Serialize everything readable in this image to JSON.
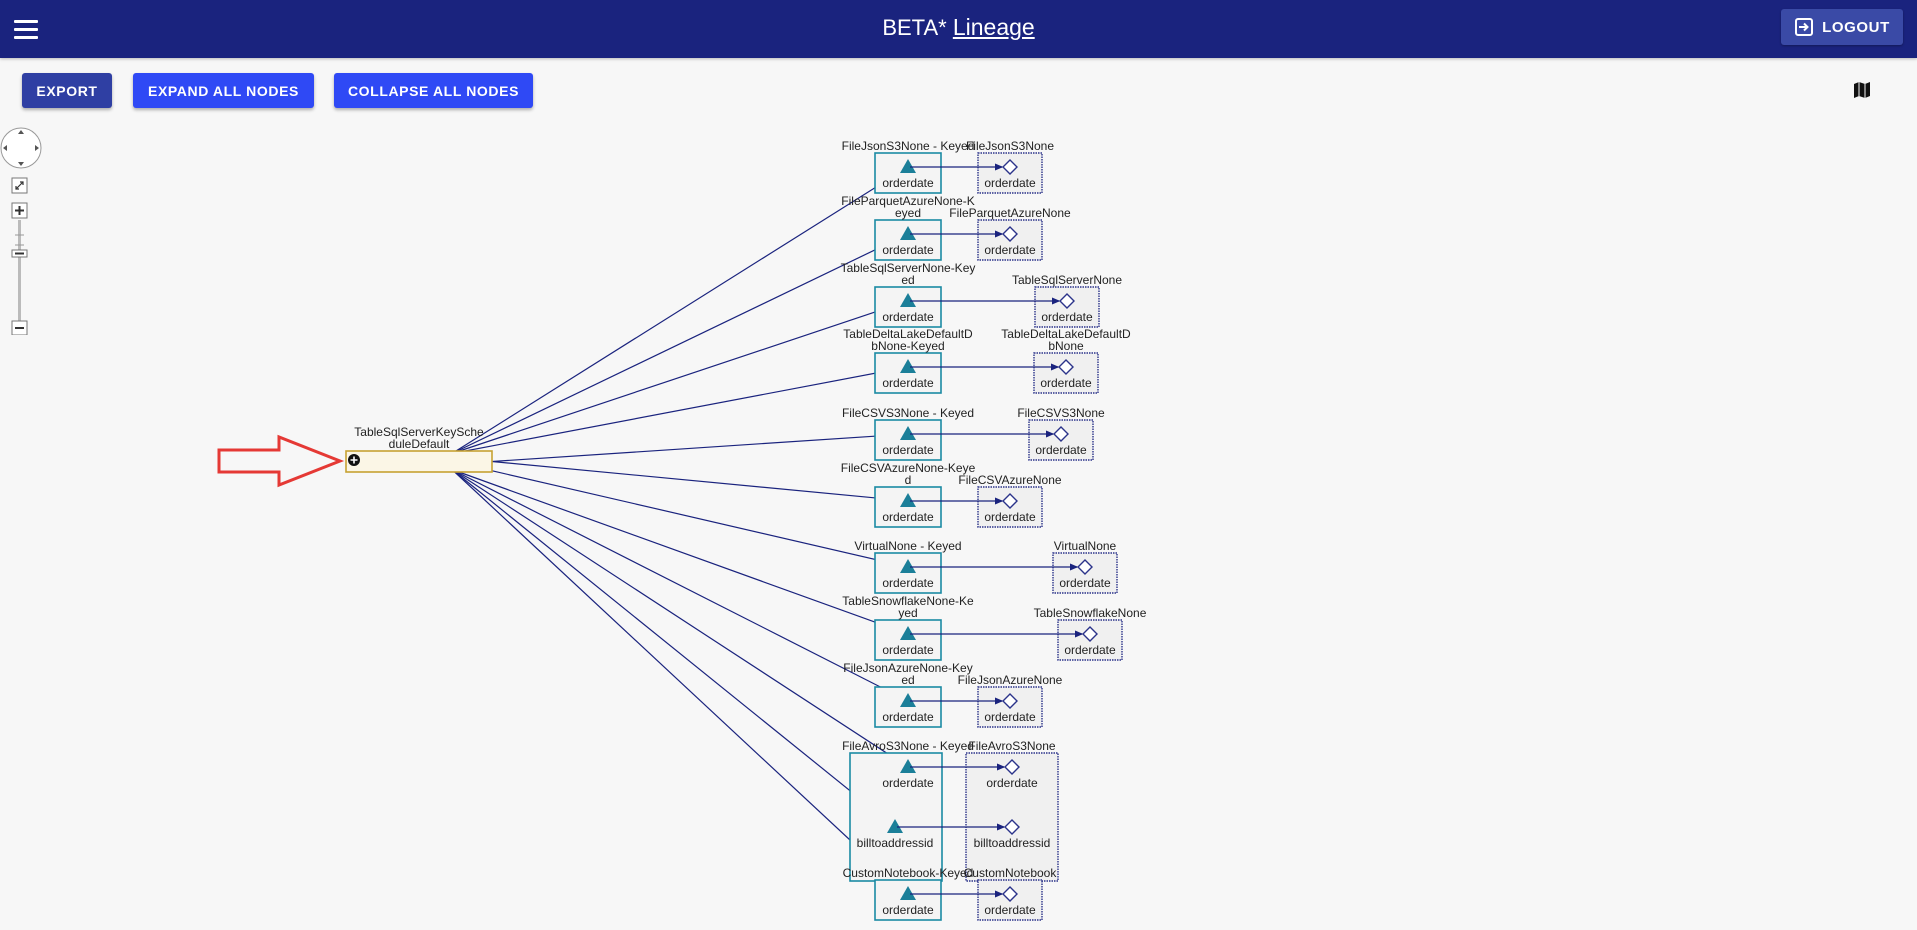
{
  "header": {
    "title_prefix": "BETA*",
    "title_link": "Lineage",
    "logout_label": "LOGOUT"
  },
  "toolbar": {
    "export_label": "EXPORT",
    "expand_label": "EXPAND ALL NODES",
    "collapse_label": "COLLAPSE ALL NODES"
  },
  "colors": {
    "header_bg": "#1a237e",
    "button_bg": "#2f49f5",
    "export_bg": "#2f3fa3",
    "keyed_border": "#1b8aa3",
    "keyed_icon": "#1b7f99",
    "target_border": "#2b338a",
    "edge": "#1a237e",
    "source_border": "#c7a232",
    "annotation_arrow": "#e53935"
  },
  "graph": {
    "source": {
      "label_lines": [
        "TableSqlServerKeySche",
        "duleDefault"
      ],
      "icon": "plus-circle-icon"
    },
    "rows": [
      {
        "keyed_title": [
          "FileJsonS3None - Keyed"
        ],
        "target_title": [
          "FileJsonS3None"
        ],
        "fields": [
          "orderdate"
        ]
      },
      {
        "keyed_title": [
          "FileParquetAzureNone-K",
          "eyed"
        ],
        "target_title": [
          "FileParquetAzureNone"
        ],
        "fields": [
          "orderdate"
        ]
      },
      {
        "keyed_title": [
          "TableSqlServerNone-Key",
          "ed"
        ],
        "target_title": [
          "TableSqlServerNone"
        ],
        "fields": [
          "orderdate"
        ]
      },
      {
        "keyed_title": [
          "TableDeltaLakeDefaultD",
          "bNone-Keyed"
        ],
        "target_title": [
          "TableDeltaLakeDefaultD",
          "bNone"
        ],
        "fields": [
          "orderdate"
        ]
      },
      {
        "keyed_title": [
          "FileCSVS3None - Keyed"
        ],
        "target_title": [
          "FileCSVS3None"
        ],
        "fields": [
          "orderdate"
        ]
      },
      {
        "keyed_title": [
          "FileCSVAzureNone-Keye",
          "d"
        ],
        "target_title": [
          "FileCSVAzureNone"
        ],
        "fields": [
          "orderdate"
        ]
      },
      {
        "keyed_title": [
          "VirtualNone - Keyed"
        ],
        "target_title": [
          "VirtualNone"
        ],
        "fields": [
          "orderdate"
        ]
      },
      {
        "keyed_title": [
          "TableSnowflakeNone-Ke",
          "yed"
        ],
        "target_title": [
          "TableSnowflakeNone"
        ],
        "fields": [
          "orderdate"
        ]
      },
      {
        "keyed_title": [
          "FileJsonAzureNone-Key",
          "ed"
        ],
        "target_title": [
          "FileJsonAzureNone"
        ],
        "fields": [
          "orderdate"
        ]
      },
      {
        "keyed_title": [
          "FileAvroS3None - Keyed"
        ],
        "target_title": [
          "FileAvroS3None"
        ],
        "fields": [
          "orderdate",
          "billtoaddressid"
        ]
      },
      {
        "keyed_title": [
          "CustomNotebook-Keyed"
        ],
        "target_title": [
          "CustomNotebook"
        ],
        "fields": [
          "orderdate"
        ]
      }
    ]
  }
}
